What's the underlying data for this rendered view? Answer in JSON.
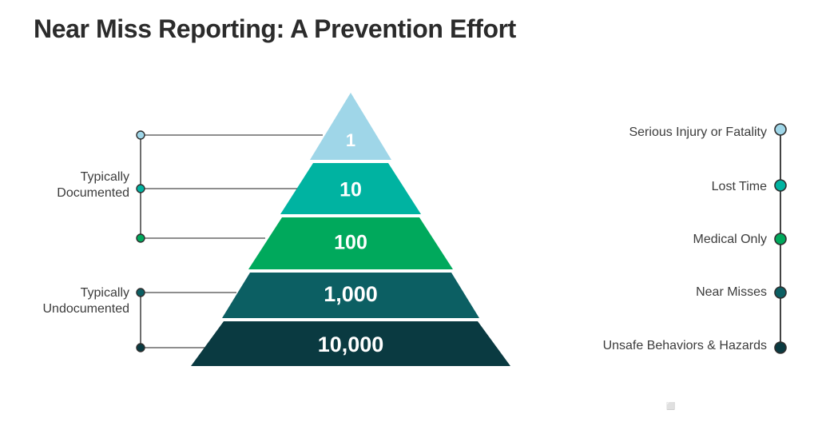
{
  "page": {
    "title": "Near Miss Reporting: A Prevention Effort",
    "watermark": "⬜",
    "background_color": "#ffffff",
    "text_color": "#3c3c3c",
    "title_color": "#2b2b2b",
    "line_color": "#4a4a4a"
  },
  "chart_data": {
    "type": "pie",
    "chart_kind": "safety-triangle-pyramid",
    "title": "Near Miss Reporting: A Prevention Effort",
    "xlabel": "",
    "ylabel": "",
    "legend_position": "right",
    "grid": false,
    "categories": [
      "Serious Injury or Fatality",
      "Lost Time",
      "Medical Only",
      "Near Misses",
      "Unsafe Behaviors & Hazards"
    ],
    "values": [
      1,
      10,
      100,
      1000,
      10000
    ],
    "value_labels": [
      "1",
      "10",
      "100",
      "1,000",
      "10,000"
    ],
    "colors": [
      "#9FD6E8",
      "#00B3A1",
      "#00A95C",
      "#0C5F63",
      "#0A3A41"
    ],
    "tiers": [
      {
        "index": 1,
        "value": 1,
        "value_label": "1",
        "severity_label": "Serious Injury or Fatality",
        "color": "#9FD6E8",
        "group": "Typically Documented"
      },
      {
        "index": 2,
        "value": 10,
        "value_label": "10",
        "severity_label": "Lost Time",
        "color": "#00B3A1",
        "group": "Typically Documented"
      },
      {
        "index": 3,
        "value": 100,
        "value_label": "100",
        "severity_label": "Medical Only",
        "color": "#00A95C",
        "group": "Typically Documented"
      },
      {
        "index": 4,
        "value": 1000,
        "value_label": "1,000",
        "severity_label": "Near Misses",
        "color": "#0C5F63",
        "group": "Typically Undocumented"
      },
      {
        "index": 5,
        "value": 10000,
        "value_label": "10,000",
        "severity_label": "Unsafe Behaviors & Hazards",
        "color": "#0A3A41",
        "group": "Typically Undocumented"
      }
    ]
  },
  "brackets": [
    {
      "id": "documented",
      "line1": "Typically",
      "line2": "Documented",
      "tier_indexes": [
        1,
        2,
        3
      ]
    },
    {
      "id": "undocumented",
      "line1": "Typically",
      "line2": "Undocumented",
      "tier_indexes": [
        4,
        5
      ]
    }
  ]
}
